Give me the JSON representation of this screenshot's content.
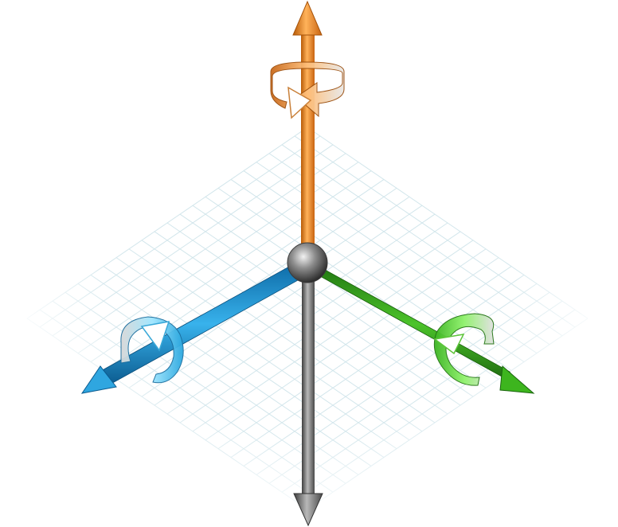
{
  "diagram": {
    "type": "3d-axis-gizmo",
    "axes": [
      {
        "id": "up-axis",
        "direction": "up",
        "color": "#ee8a1e",
        "highlight": "#ffc27a",
        "rotation_handle": true
      },
      {
        "id": "left-axis",
        "direction": "down-left",
        "color": "#1b8fd0",
        "highlight": "#7fdcff",
        "rotation_handle": true
      },
      {
        "id": "right-axis",
        "direction": "down-right",
        "color": "#2f9a1a",
        "highlight": "#7be35a",
        "rotation_handle": true
      },
      {
        "id": "down-axis",
        "direction": "down",
        "color": "#6f6f6f",
        "highlight": "#c9c9c9",
        "rotation_handle": false
      }
    ],
    "origin": {
      "shape": "sphere",
      "color": "#8a8a8a"
    },
    "ground_plane": {
      "grid": true,
      "color": "#cfe4ea",
      "lines_per_side": 22
    }
  }
}
